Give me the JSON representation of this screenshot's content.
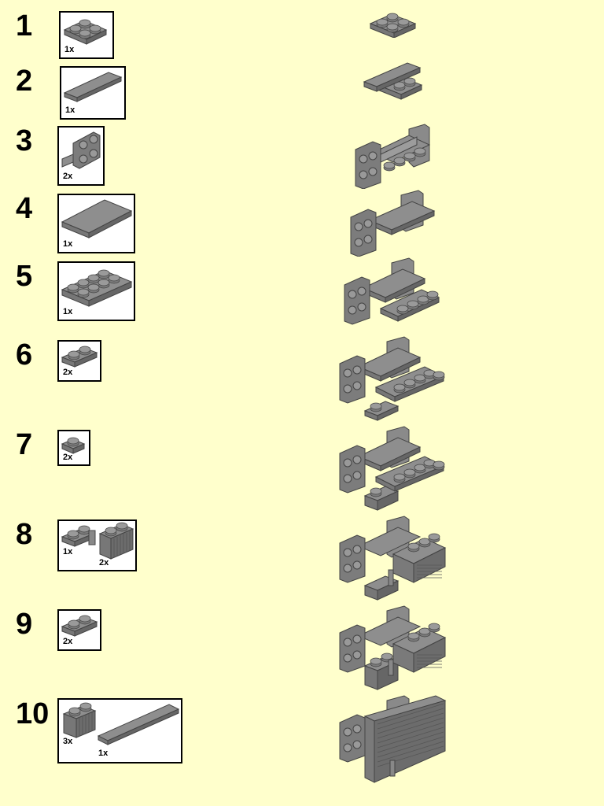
{
  "page": {
    "background": "#ffffcc",
    "part_color": "#8c8c8c"
  },
  "steps": [
    {
      "number": "1",
      "parts": [
        {
          "name": "plate-2x2",
          "qty": "1x"
        }
      ]
    },
    {
      "number": "2",
      "parts": [
        {
          "name": "tile-1x4",
          "qty": "1x"
        }
      ]
    },
    {
      "number": "3",
      "parts": [
        {
          "name": "bracket-1x2-2x2",
          "qty": "2x"
        }
      ]
    },
    {
      "number": "4",
      "parts": [
        {
          "name": "tile-2x4",
          "qty": "1x"
        }
      ]
    },
    {
      "number": "5",
      "parts": [
        {
          "name": "plate-2x4",
          "qty": "1x"
        }
      ]
    },
    {
      "number": "6",
      "parts": [
        {
          "name": "plate-1x2",
          "qty": "2x"
        }
      ]
    },
    {
      "number": "7",
      "parts": [
        {
          "name": "plate-1x1",
          "qty": "2x"
        }
      ]
    },
    {
      "number": "8",
      "parts": [
        {
          "name": "hinge-plate-1x2",
          "qty": "1x"
        },
        {
          "name": "brick-1x2-grille",
          "qty": "2x"
        }
      ]
    },
    {
      "number": "9",
      "parts": [
        {
          "name": "plate-1x2",
          "qty": "2x"
        }
      ]
    },
    {
      "number": "10",
      "parts": [
        {
          "name": "brick-1x2-grille",
          "qty": "3x"
        },
        {
          "name": "tile-1x6",
          "qty": "1x"
        }
      ]
    }
  ]
}
